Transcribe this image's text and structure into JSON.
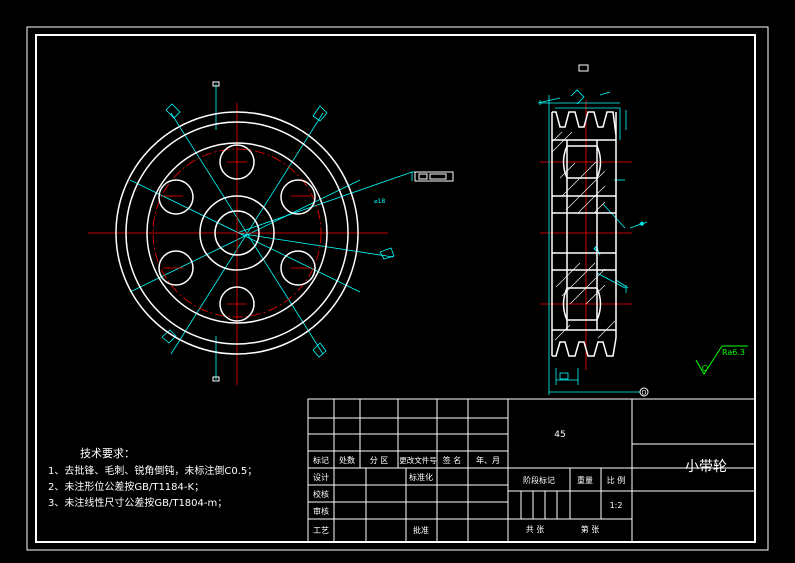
{
  "tech": {
    "title": "技术要求：",
    "line1": "1、去批锋、毛刺、锐角倒钝，未标注倒C0.5；",
    "line2": "2、未注形位公差按GB/T1184-K；",
    "line3": "3、未注线性尺寸公差按GB/T1804-m；"
  },
  "roughness": "Ra6.3",
  "datum": "D",
  "title_block": {
    "material": "45",
    "part_name": "小带轮",
    "h_mark": "标记",
    "h_count": "处数",
    "h_zone": "分 区",
    "h_docno": "更改文件号",
    "h_sign": "签 名",
    "h_date": "年、月",
    "r_design": "设计",
    "r_standard": "标准化",
    "r_check": "校核",
    "r_review": "审核",
    "r_process": "工艺",
    "r_approve": "批准",
    "stage": "阶段标记",
    "weight": "重量",
    "ratio_label": "比 例",
    "ratio": "1:2",
    "sheets_total": "共    张",
    "sheet_no": "第    张"
  },
  "colors": {
    "outline": "#ffffff",
    "center": "#ff0000",
    "dimension": "#00ffff",
    "roughness": "#00ff00",
    "background": "#000000"
  }
}
